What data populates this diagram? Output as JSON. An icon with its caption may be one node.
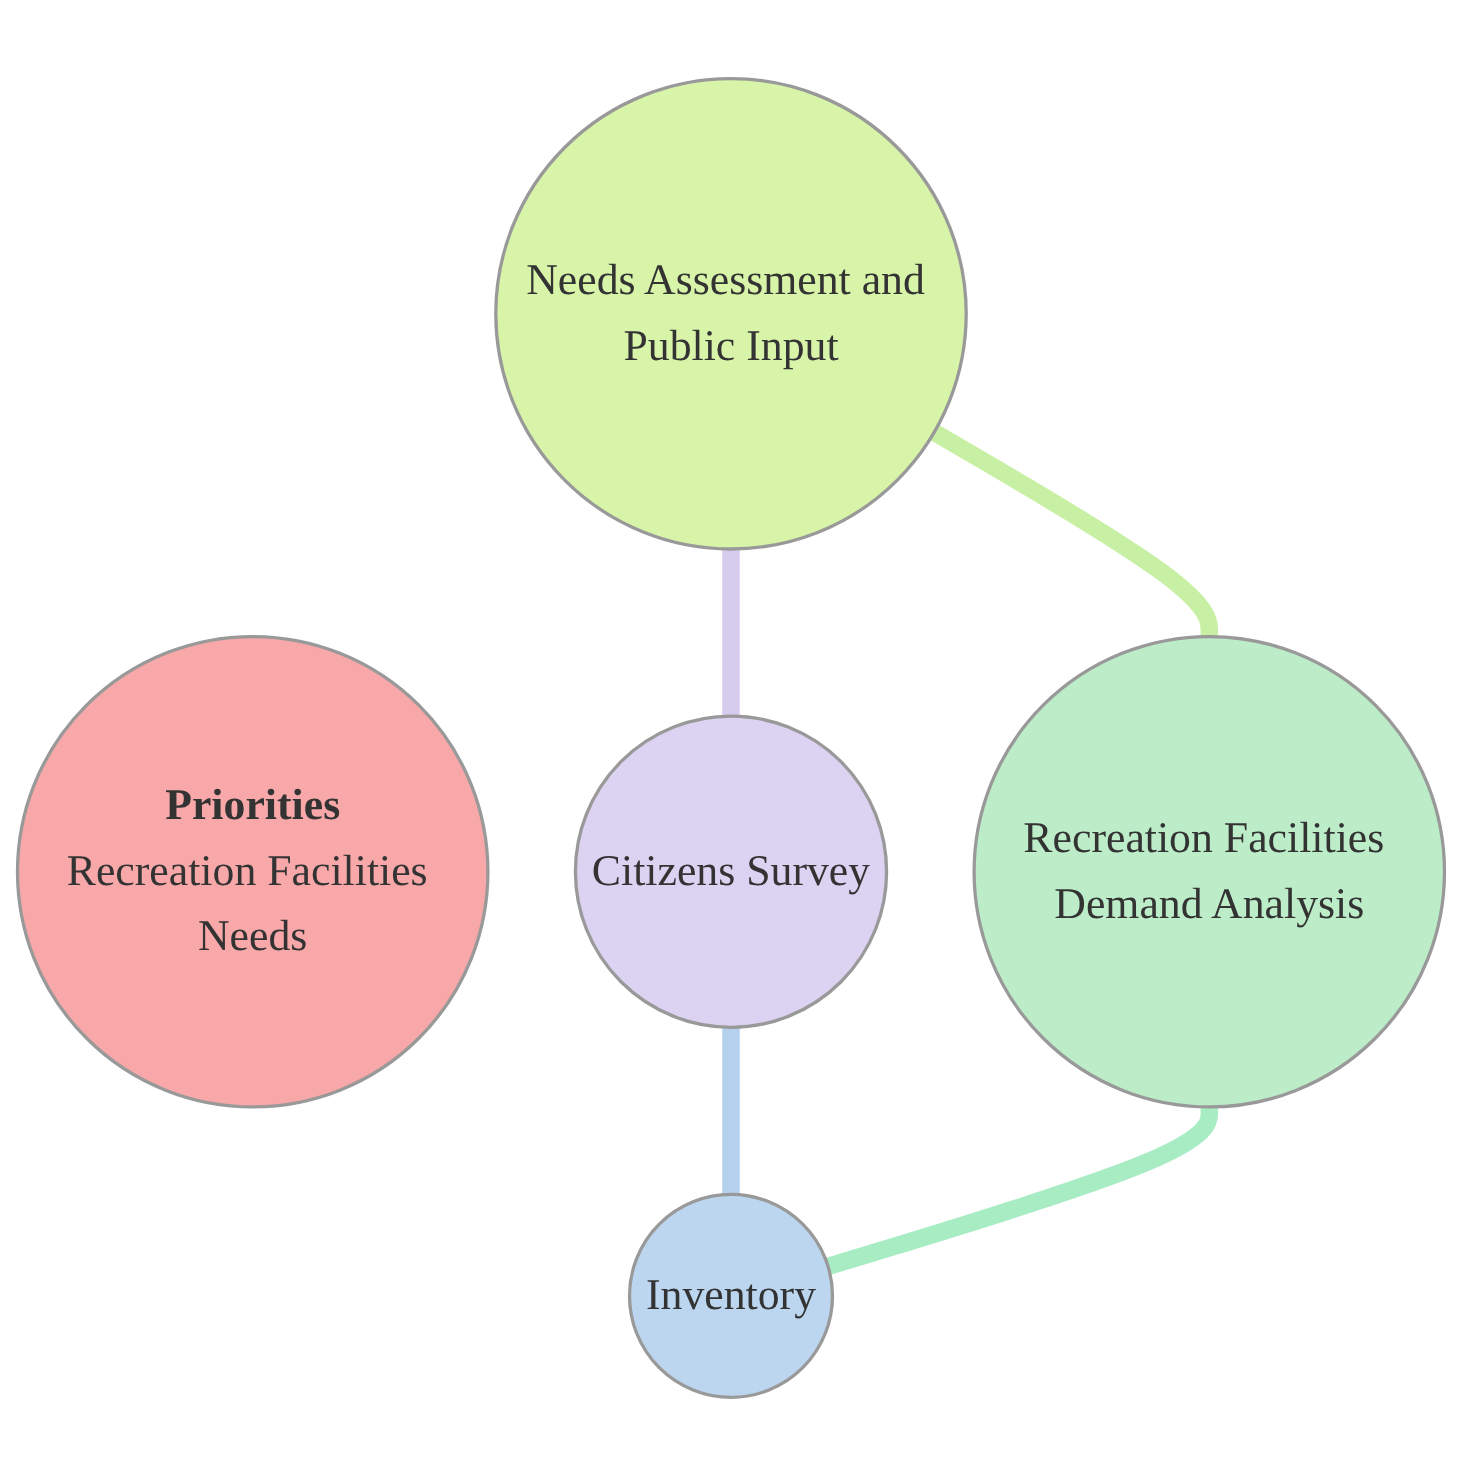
{
  "diagram": {
    "nodes": [
      {
        "text": [
          "Needs Assessment and Public Input"
        ]
      },
      {
        "text": [
          "Citizens Survey"
        ]
      },
      {
        "text": [
          "Priorities",
          "Recreation Facilities Needs"
        ]
      },
      {
        "text": [
          "Recreation Facilities Demand Analysis"
        ]
      },
      {
        "text": [
          "Inventory"
        ]
      }
    ],
    "edges": [
      {
        "from": 0,
        "to": 1,
        "arrow": "none",
        "color": "#d6ccee"
      },
      {
        "from": 0,
        "to": 3,
        "arrow": "none",
        "color": "#c8f0a4"
      },
      {
        "from": 1,
        "to": 4,
        "arrow": "none",
        "color": "#b4d0ec"
      },
      {
        "from": 3,
        "to": 4,
        "arrow": "none",
        "color": "#a8ecc4"
      }
    ]
  }
}
